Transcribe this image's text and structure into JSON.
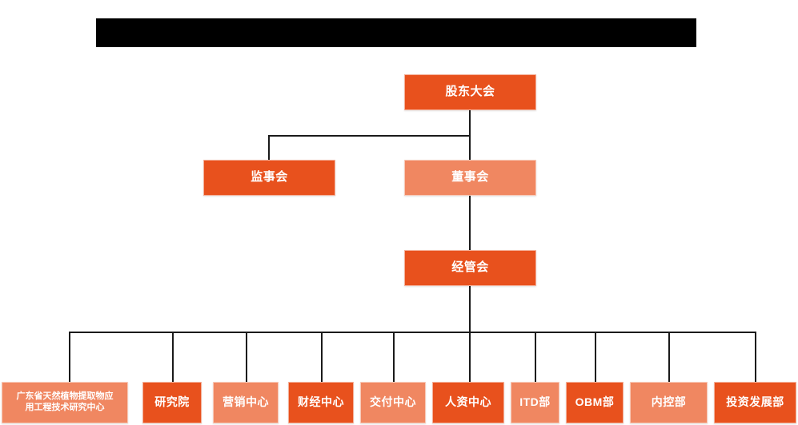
{
  "page": {
    "title_bar": {
      "name": "redacted-title-bar",
      "color": "#000000",
      "text": ""
    },
    "background": "#ffffff"
  },
  "palette": {
    "dark_orange": "#E8511D",
    "light_salmon": "#F08761",
    "connector": "#1a1a1a",
    "text": "#ffffff"
  },
  "chart_data": {
    "type": "diagram",
    "subtype": "org-chart",
    "title": "",
    "levels": [
      {
        "level": 1,
        "nodes": [
          {
            "id": "shareholders",
            "label": "股东大会",
            "fill": "dark"
          }
        ]
      },
      {
        "level": 2,
        "nodes": [
          {
            "id": "supervisors",
            "label": "监事会",
            "fill": "dark"
          },
          {
            "id": "directors",
            "label": "董事会",
            "fill": "light"
          }
        ]
      },
      {
        "level": 3,
        "nodes": [
          {
            "id": "management",
            "label": "经管会",
            "fill": "dark"
          }
        ]
      },
      {
        "level": 4,
        "nodes": [
          {
            "id": "dept-01",
            "label": "广东省天然植物提取物应\n用工程技术研究中心",
            "fill": "light"
          },
          {
            "id": "dept-02",
            "label": "研究院",
            "fill": "dark"
          },
          {
            "id": "dept-03",
            "label": "营销中心",
            "fill": "light"
          },
          {
            "id": "dept-04",
            "label": "财经中心",
            "fill": "dark"
          },
          {
            "id": "dept-05",
            "label": "交付中心",
            "fill": "light"
          },
          {
            "id": "dept-06",
            "label": "人资中心",
            "fill": "dark"
          },
          {
            "id": "dept-07",
            "label": "ITD部",
            "fill": "light"
          },
          {
            "id": "dept-08",
            "label": "OBM部",
            "fill": "dark"
          },
          {
            "id": "dept-09",
            "label": "内控部",
            "fill": "light"
          },
          {
            "id": "dept-10",
            "label": "投资发展部",
            "fill": "dark"
          }
        ]
      }
    ],
    "edges": [
      {
        "from": "shareholders",
        "to": "supervisors"
      },
      {
        "from": "shareholders",
        "to": "directors"
      },
      {
        "from": "directors",
        "to": "management"
      },
      {
        "from": "management",
        "to": "dept-01"
      },
      {
        "from": "management",
        "to": "dept-02"
      },
      {
        "from": "management",
        "to": "dept-03"
      },
      {
        "from": "management",
        "to": "dept-04"
      },
      {
        "from": "management",
        "to": "dept-05"
      },
      {
        "from": "management",
        "to": "dept-06"
      },
      {
        "from": "management",
        "to": "dept-07"
      },
      {
        "from": "management",
        "to": "dept-08"
      },
      {
        "from": "management",
        "to": "dept-09"
      },
      {
        "from": "management",
        "to": "dept-10"
      }
    ]
  },
  "nodes": {
    "shareholders": {
      "label": "股东大会"
    },
    "supervisors": {
      "label": "监事会"
    },
    "directors": {
      "label": "董事会"
    },
    "management": {
      "label": "经管会"
    },
    "dept01": {
      "label": "广东省天然植物提取物应\n用工程技术研究中心"
    },
    "dept02": {
      "label": "研究院"
    },
    "dept03": {
      "label": "营销中心"
    },
    "dept04": {
      "label": "财经中心"
    },
    "dept05": {
      "label": "交付中心"
    },
    "dept06": {
      "label": "人资中心"
    },
    "dept07": {
      "label": "ITD部"
    },
    "dept08": {
      "label": "OBM部"
    },
    "dept09": {
      "label": "内控部"
    },
    "dept10": {
      "label": "投资发展部"
    }
  }
}
